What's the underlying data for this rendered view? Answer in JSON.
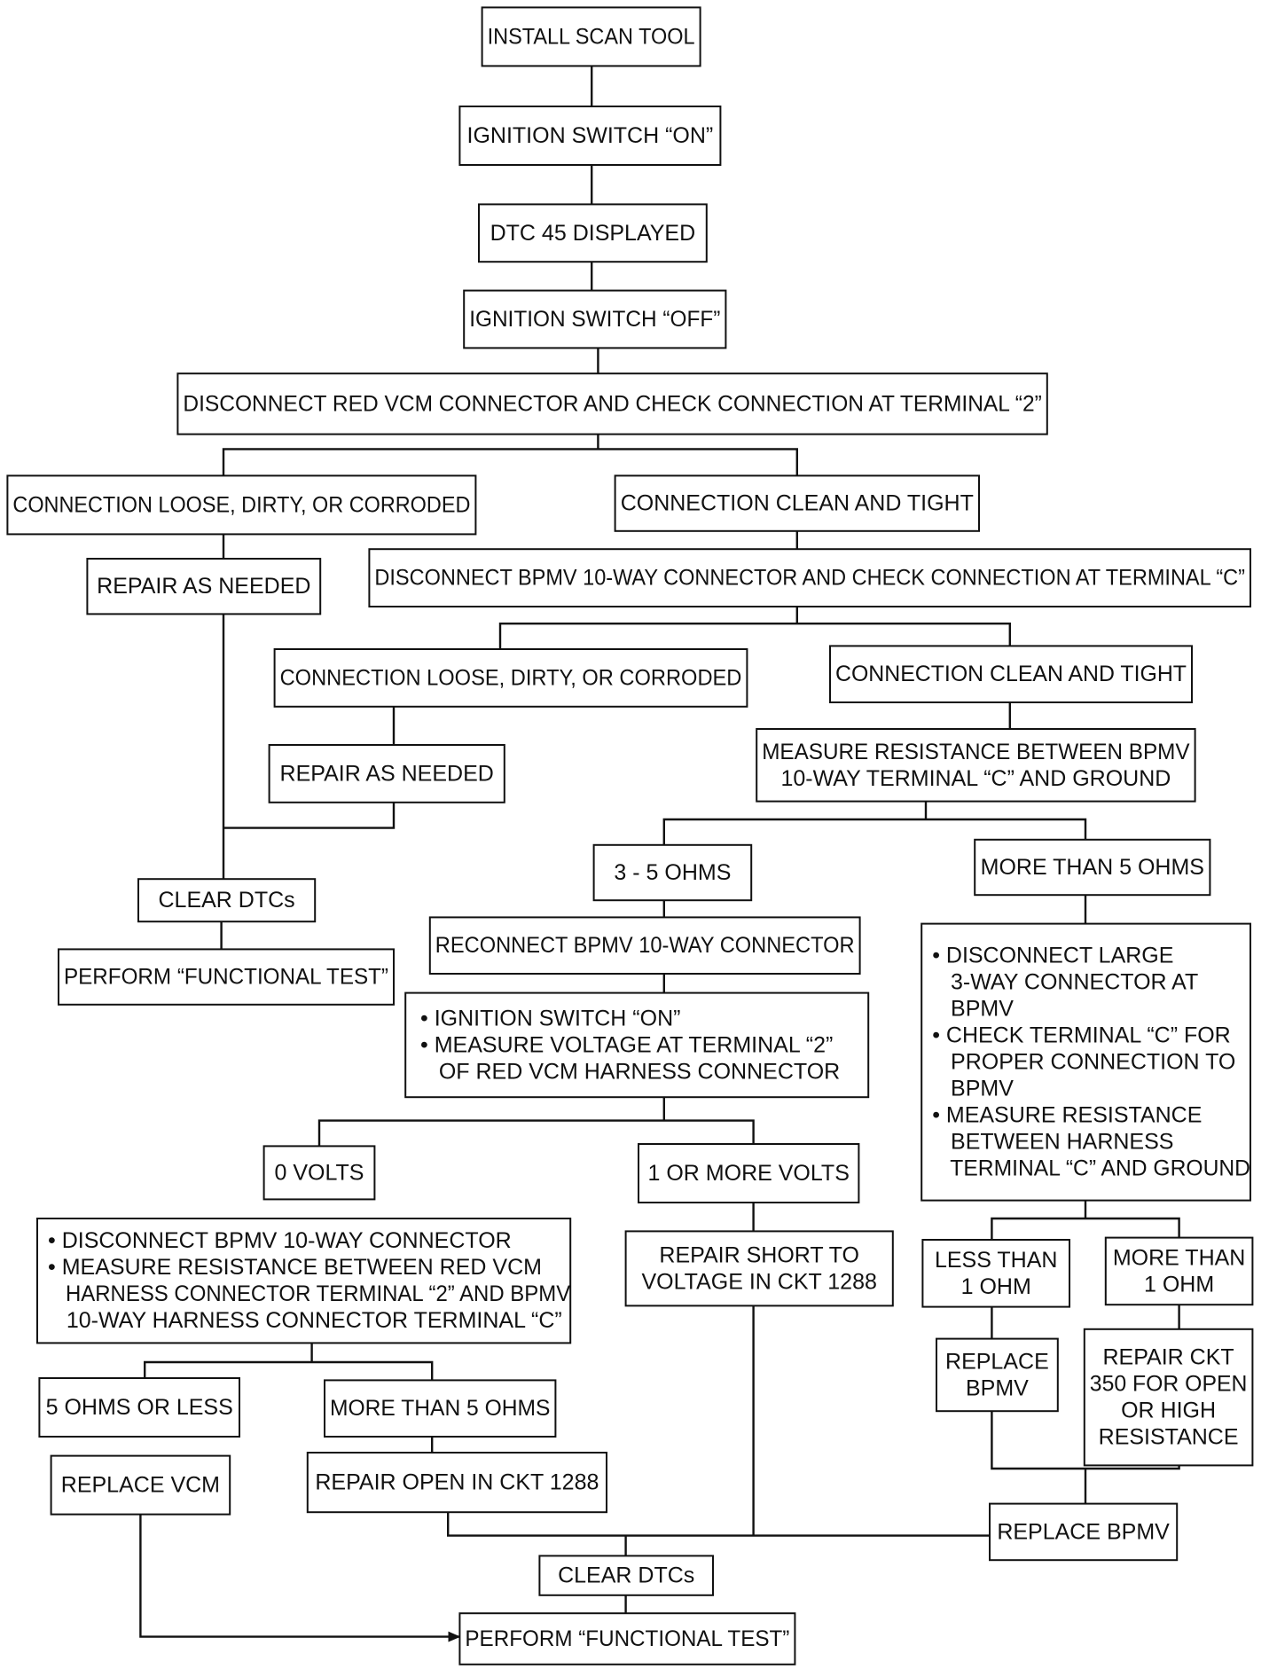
{
  "colors": {
    "line": "#111111",
    "background": "#ffffff"
  },
  "boxes": {
    "install_scan_tool": [
      "INSTALL SCAN TOOL"
    ],
    "ignition_on": [
      "IGNITION SWITCH “ON”"
    ],
    "dtc45": [
      "DTC 45 DISPLAYED"
    ],
    "ignition_off": [
      "IGNITION SWITCH “OFF”"
    ],
    "disconnect_red_vcm": [
      "DISCONNECT RED VCM CONNECTOR AND CHECK CONNECTION AT TERMINAL “2”"
    ],
    "loose_1": [
      "CONNECTION LOOSE, DIRTY, OR CORRODED"
    ],
    "clean_1": [
      "CONNECTION CLEAN AND TIGHT"
    ],
    "repair_1": [
      "REPAIR AS NEEDED"
    ],
    "disconnect_bpmv10": [
      "DISCONNECT BPMV 10-WAY CONNECTOR AND CHECK CONNECTION AT TERMINAL “C”"
    ],
    "loose_2": [
      "CONNECTION LOOSE, DIRTY, OR CORRODED"
    ],
    "clean_2": [
      "CONNECTION CLEAN AND TIGHT"
    ],
    "repair_2": [
      "REPAIR AS NEEDED"
    ],
    "measure_res_bpmv": [
      "MEASURE RESISTANCE BETWEEN BPMV",
      "10-WAY TERMINAL “C” AND GROUND"
    ],
    "clear_dtcs_1": [
      "CLEAR DTCs"
    ],
    "ohms_3_5": [
      "3 - 5 OHMS"
    ],
    "more_5_ohms_1": [
      "MORE THAN 5 OHMS"
    ],
    "functional_test_1": [
      "PERFORM “FUNCTIONAL TEST”"
    ],
    "reconnect_bpmv10": [
      "RECONNECT BPMV 10-WAY CONNECTOR"
    ],
    "ign_on_measure_voltage": [
      "• IGNITION SWITCH “ON”",
      "• MEASURE VOLTAGE AT TERMINAL “2”",
      "   OF RED VCM HARNESS CONNECTOR"
    ],
    "disconnect_large_3way": [
      "• DISCONNECT LARGE",
      "   3-WAY CONNECTOR AT",
      "   BPMV",
      "• CHECK TERMINAL “C” FOR",
      "   PROPER CONNECTION TO",
      "   BPMV",
      "• MEASURE RESISTANCE",
      "   BETWEEN HARNESS",
      "   TERMINAL “C” AND GROUND"
    ],
    "zero_volts": [
      "0 VOLTS"
    ],
    "one_or_more_volts": [
      "1 OR MORE VOLTS"
    ],
    "disconnect_measure_vcm": [
      "• DISCONNECT BPMV 10-WAY CONNECTOR",
      "• MEASURE RESISTANCE BETWEEN RED VCM",
      "   HARNESS CONNECTOR TERMINAL “2” AND BPMV",
      "   10-WAY HARNESS CONNECTOR TERMINAL “C”"
    ],
    "repair_short": [
      "REPAIR SHORT TO",
      "VOLTAGE IN CKT 1288"
    ],
    "less_1_ohm": [
      "LESS THAN",
      "1 OHM"
    ],
    "more_1_ohm": [
      "MORE THAN",
      "1 OHM"
    ],
    "replace_bpmv_1": [
      "REPLACE",
      "BPMV"
    ],
    "repair_ckt350": [
      "REPAIR CKT",
      "350 FOR OPEN",
      "OR HIGH",
      "RESISTANCE"
    ],
    "five_ohms_or_less": [
      "5 OHMS OR LESS"
    ],
    "more_5_ohms_2": [
      "MORE THAN 5 OHMS"
    ],
    "replace_vcm": [
      "REPLACE VCM"
    ],
    "repair_open": [
      "REPAIR OPEN IN CKT 1288"
    ],
    "replace_bpmv_2": [
      "REPLACE BPMV"
    ],
    "clear_dtcs_2": [
      "CLEAR DTCs"
    ],
    "functional_test_2": [
      "PERFORM “FUNCTIONAL TEST”"
    ]
  }
}
